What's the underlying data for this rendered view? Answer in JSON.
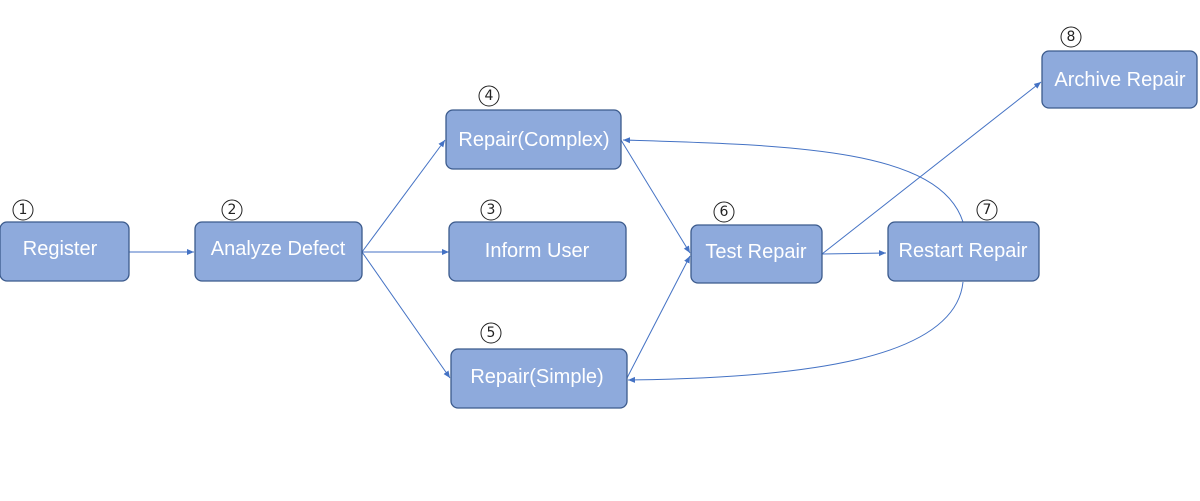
{
  "nodes": [
    {
      "id": "register",
      "number": "1",
      "label": "Register"
    },
    {
      "id": "analyze",
      "number": "2",
      "label": "Analyze Defect"
    },
    {
      "id": "inform",
      "number": "3",
      "label": "Inform User"
    },
    {
      "id": "complex",
      "number": "4",
      "label": "Repair(Complex)"
    },
    {
      "id": "simple",
      "number": "5",
      "label": "Repair(Simple)"
    },
    {
      "id": "test",
      "number": "6",
      "label": "Test Repair"
    },
    {
      "id": "restart",
      "number": "7",
      "label": "Restart Repair"
    },
    {
      "id": "archive",
      "number": "8",
      "label": "Archive Repair"
    }
  ],
  "edges": [
    {
      "from": "register",
      "to": "analyze"
    },
    {
      "from": "analyze",
      "to": "complex"
    },
    {
      "from": "analyze",
      "to": "inform"
    },
    {
      "from": "analyze",
      "to": "simple"
    },
    {
      "from": "complex",
      "to": "test"
    },
    {
      "from": "simple",
      "to": "test"
    },
    {
      "from": "test",
      "to": "restart"
    },
    {
      "from": "test",
      "to": "archive"
    },
    {
      "from": "restart",
      "to": "complex"
    },
    {
      "from": "restart",
      "to": "simple"
    }
  ],
  "colors": {
    "node_fill": "#8eaadc",
    "node_border": "#3b5a8c",
    "edge": "#4472c4",
    "label": "#ffffff"
  }
}
